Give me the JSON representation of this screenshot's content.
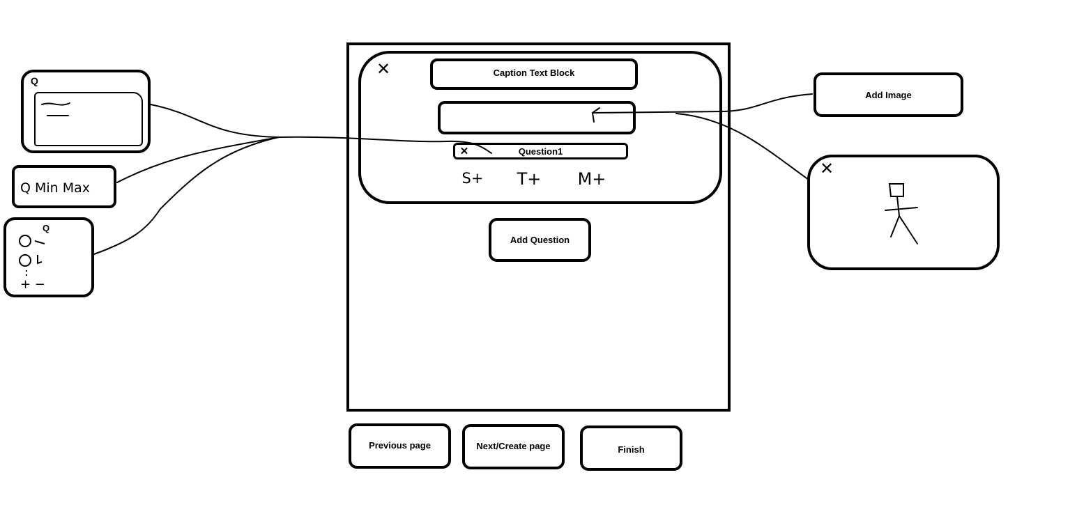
{
  "editor": {
    "caption_label": "Caption Text Block",
    "question_label": "Question1",
    "add_question_label": "Add Question",
    "close_glyph": "✕",
    "toolbar": [
      "S+",
      "T+",
      "M+"
    ]
  },
  "footer": {
    "previous_label": "Previous page",
    "next_label": "Next/Create page",
    "finish_label": "Finish"
  },
  "right_panels": {
    "add_image_label": "Add Image",
    "close_glyph": "✕"
  },
  "left_panels": {
    "text_q_label": "Q",
    "minmax_label": "Q Min Max",
    "choice_q_label": "Q",
    "choice_controls": "+ −"
  },
  "colors": {
    "ink": "#000000",
    "background": "#ffffff"
  }
}
